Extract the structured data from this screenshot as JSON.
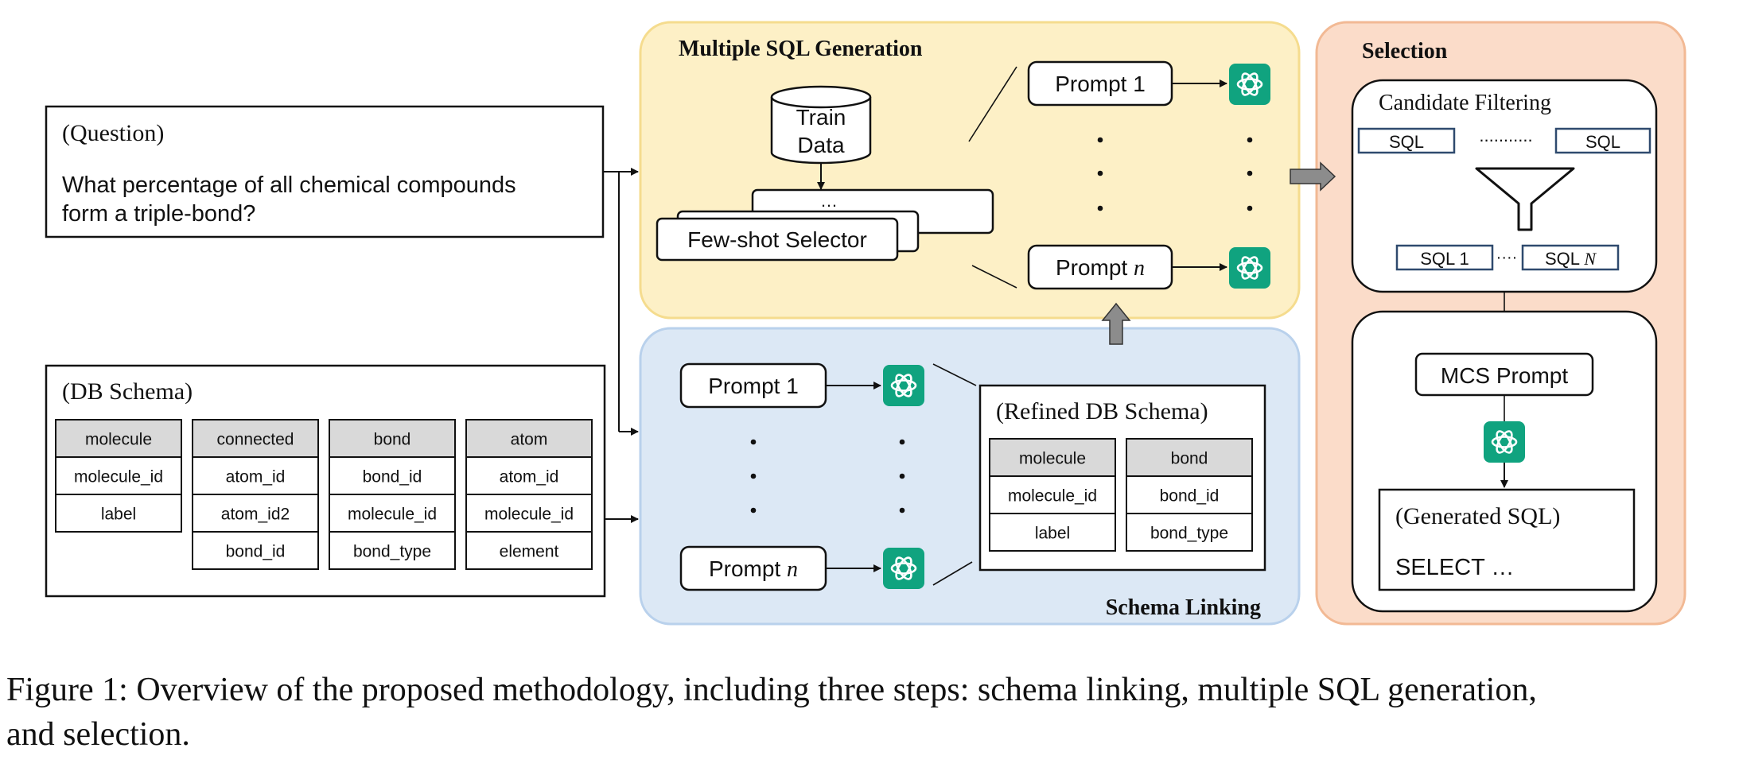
{
  "question": {
    "header": "(Question)",
    "line1": "What percentage of all chemical compounds",
    "line2": "form a triple-bond?"
  },
  "db_schema": {
    "header": "(DB Schema)",
    "tables": [
      {
        "name": "molecule",
        "columns": [
          "molecule_id",
          "label"
        ]
      },
      {
        "name": "connected",
        "columns": [
          "atom_id",
          "atom_id2",
          "bond_id"
        ]
      },
      {
        "name": "bond",
        "columns": [
          "bond_id",
          "molecule_id",
          "bond_type"
        ]
      },
      {
        "name": "atom",
        "columns": [
          "atom_id",
          "molecule_id",
          "element"
        ]
      }
    ]
  },
  "generation": {
    "title": "Multiple SQL Generation",
    "train_data_line1": "Train",
    "train_data_line2": "Data",
    "stack_dots": "…",
    "few_shot_selector": "Few-shot Selector",
    "prompt1": "Prompt 1",
    "promptn_prefix": "Prompt ",
    "promptn_var": "n"
  },
  "schema_linking": {
    "title": "Schema Linking",
    "prompt1": "Prompt 1",
    "promptn_prefix": "Prompt ",
    "promptn_var": "n",
    "refined": {
      "header": "(Refined DB Schema)",
      "tables": [
        {
          "name": "molecule",
          "columns": [
            "molecule_id",
            "label"
          ]
        },
        {
          "name": "bond",
          "columns": [
            "bond_id",
            "bond_type"
          ]
        }
      ]
    }
  },
  "selection": {
    "title": "Selection",
    "candidate_filtering": "Candidate Filtering",
    "sql": "SQL",
    "dotted": "...........",
    "sql1": "SQL 1",
    "short_dots": "····",
    "sqln_prefix": "SQL ",
    "sqln_var": "N",
    "mcs_prompt": "MCS Prompt",
    "generated_header": "(Generated SQL)",
    "generated_body": "SELECT …"
  },
  "caption": {
    "line1": "Figure 1:  Overview of the proposed methodology, including three steps: schema linking, multiple SQL generation,",
    "line2": "and selection."
  },
  "colors": {
    "generation_fill": "#fdf0c6",
    "generation_stroke": "#f5dc8e",
    "linking_fill": "#dce8f5",
    "linking_stroke": "#b9d1ec",
    "selection_fill": "#fbdcc9",
    "selection_stroke": "#f2b994",
    "llm_icon": "#10a37f",
    "table_header": "#d9d9d9",
    "sql_box_stroke": "#2f4a6e",
    "block_arrow": "#8c8c8c"
  },
  "icons": {
    "llm": "openai-logo-icon",
    "database": "cylinder-database-icon",
    "filter": "funnel-icon"
  }
}
